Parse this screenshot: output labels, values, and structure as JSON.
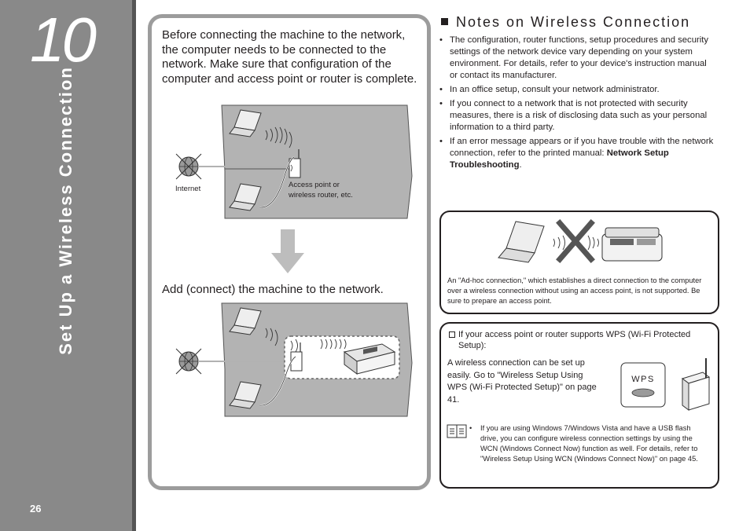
{
  "sidebar": {
    "chapter_number": "10",
    "chapter_title": "Set Up a Wireless Connection",
    "page_number": "26"
  },
  "left_panel": {
    "intro": "Before connecting the machine to the network, the computer needs to be connected to the network. Make sure that configuration of the computer and access point or router is complete.",
    "diagram_top": {
      "internet_label": "Internet",
      "access_point_label": "Access point or wireless router, etc."
    },
    "add_text": "Add (connect) the machine to the network."
  },
  "notes": {
    "title": "Notes on Wireless Connection",
    "items": [
      "The configuration, router functions, setup procedures and security settings of the network device vary depending on your system environment. For details, refer to your device's instruction manual or contact its manufacturer.",
      "In an office setup, consult your network administrator.",
      "If you connect to a network that is not protected with security measures, there is a risk of disclosing data such as your personal information to a third party."
    ],
    "last_item_text": "If an error message appears or if you have trouble with the network connection, refer to the printed manual: ",
    "last_item_bold": "Network Setup Troubleshooting",
    "last_item_end": "."
  },
  "adhoc": {
    "text": "An \"Ad-hoc connection,\" which establishes a direct connection to the computer over a wireless connection without using an access point, is not supported. Be sure to prepare an access point."
  },
  "wps": {
    "condition": "If your access point or router supports WPS (Wi-Fi Protected Setup):",
    "description": "A wireless connection can be set up easily. Go to \"Wireless Setup Using WPS (Wi-Fi Protected Setup)\" on page 41.",
    "button_label": "WPS",
    "note": "If you are using Windows 7/Windows Vista and have a USB flash drive, you can configure wireless connection settings by using the WCN (Windows Connect Now) function as well. For details, refer to \"Wireless Setup Using WCN (Windows Connect Now)\" on page 45."
  },
  "bullet_glyph": "•",
  "colors": {
    "sidebar": "#898989",
    "panel_border": "#9c9c9c",
    "house": "#b3b3b3",
    "arrow": "#bdbdbd"
  },
  "icons": [
    "globe-icon",
    "laptop-icon",
    "router-icon",
    "printer-icon",
    "cross-icon",
    "memo-icon",
    "down-arrow-icon"
  ]
}
